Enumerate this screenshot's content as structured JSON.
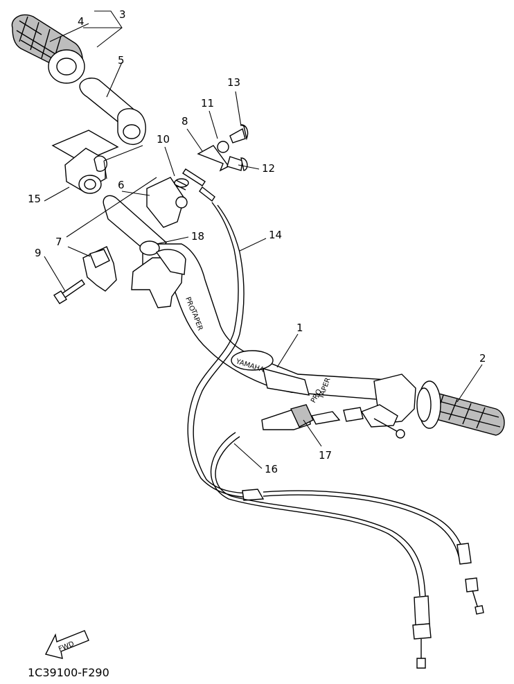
{
  "diagram": {
    "callouts": [
      {
        "id": "1",
        "label": "1"
      },
      {
        "id": "2",
        "label": "2"
      },
      {
        "id": "3",
        "label": "3"
      },
      {
        "id": "4",
        "label": "4"
      },
      {
        "id": "5",
        "label": "5"
      },
      {
        "id": "6",
        "label": "6"
      },
      {
        "id": "7",
        "label": "7"
      },
      {
        "id": "8",
        "label": "8"
      },
      {
        "id": "9",
        "label": "9"
      },
      {
        "id": "10",
        "label": "10"
      },
      {
        "id": "11",
        "label": "11"
      },
      {
        "id": "12",
        "label": "12"
      },
      {
        "id": "13",
        "label": "13"
      },
      {
        "id": "14",
        "label": "14"
      },
      {
        "id": "15",
        "label": "15"
      },
      {
        "id": "16",
        "label": "16"
      },
      {
        "id": "17",
        "label": "17"
      },
      {
        "id": "18",
        "label": "18"
      }
    ],
    "handlebar_text": {
      "brand_a": "PRO",
      "brand_b": "TAPER",
      "maker": "YAMAHA"
    },
    "fwd_label": "FWD",
    "diagram_code": "1C39100-F290"
  }
}
